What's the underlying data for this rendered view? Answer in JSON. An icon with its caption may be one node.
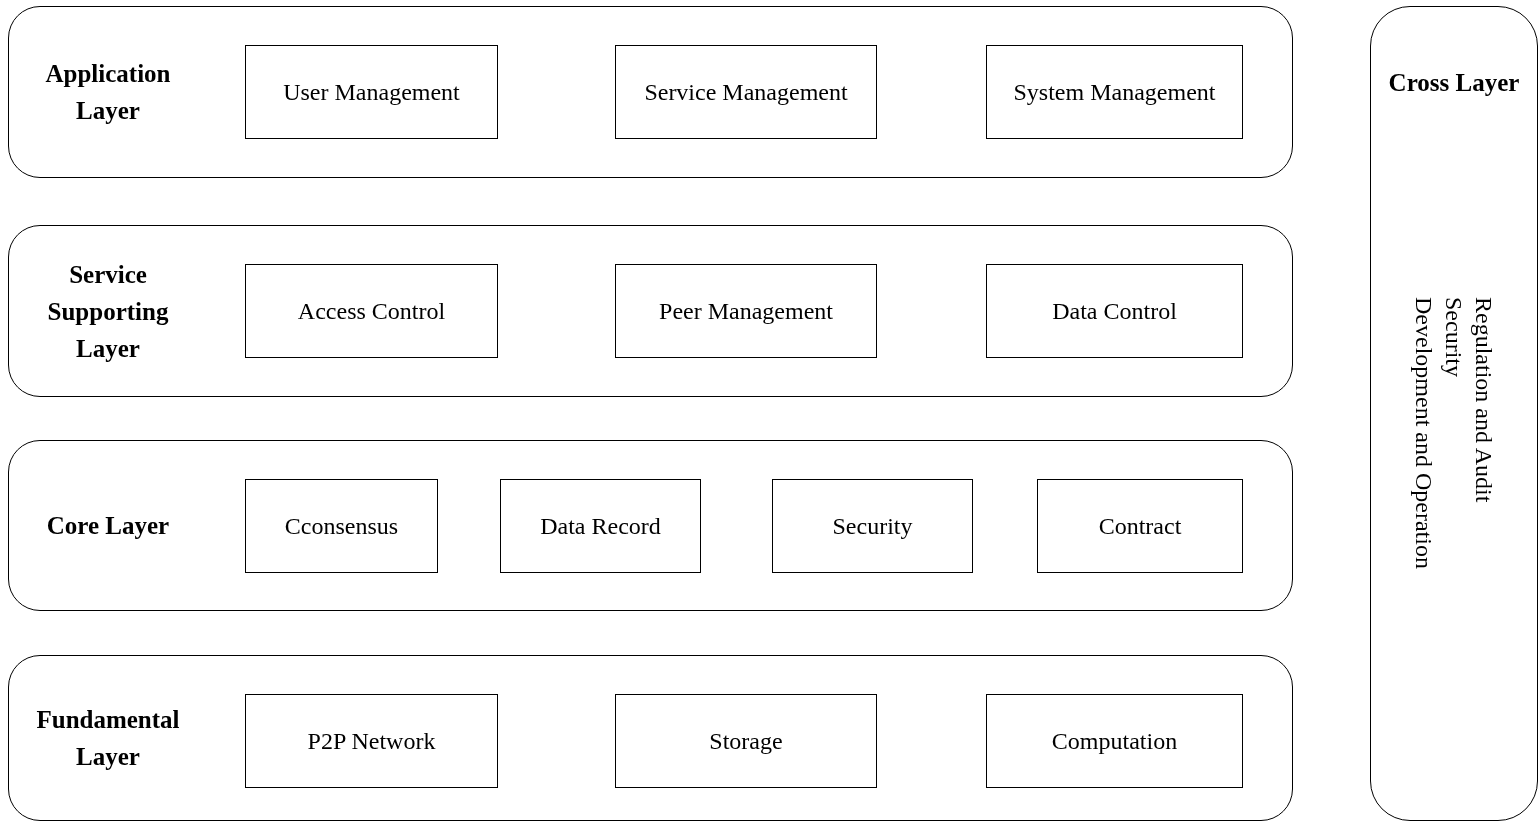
{
  "diagram": {
    "nodes": [
      {
        "text": [
          "Application Layer"
        ]
      },
      {
        "text": [
          "User Management"
        ],
        "in": 0
      },
      {
        "text": [
          "Service Management"
        ],
        "in": 0
      },
      {
        "text": [
          "System Management"
        ],
        "in": 0
      },
      {
        "text": [
          "Service Supporting Layer"
        ]
      },
      {
        "text": [
          "Access Control"
        ],
        "in": 4
      },
      {
        "text": [
          "Peer Management"
        ],
        "in": 4
      },
      {
        "text": [
          "Data Control"
        ],
        "in": 4
      },
      {
        "text": [
          "Core Layer"
        ]
      },
      {
        "text": [
          "Cconsensus"
        ],
        "in": 8
      },
      {
        "text": [
          "Data Record"
        ],
        "in": 8
      },
      {
        "text": [
          "Security"
        ],
        "in": 8
      },
      {
        "text": [
          "Contract"
        ],
        "in": 8
      },
      {
        "text": [
          "Fundamental Layer"
        ]
      },
      {
        "text": [
          "P2P Network"
        ],
        "in": 13
      },
      {
        "text": [
          "Storage"
        ],
        "in": 13
      },
      {
        "text": [
          "Computation"
        ],
        "in": 13
      },
      {
        "text": [
          "Cross Layer",
          "Regulation and Audit",
          "Security",
          "Development and Operation"
        ]
      }
    ],
    "edges": []
  }
}
